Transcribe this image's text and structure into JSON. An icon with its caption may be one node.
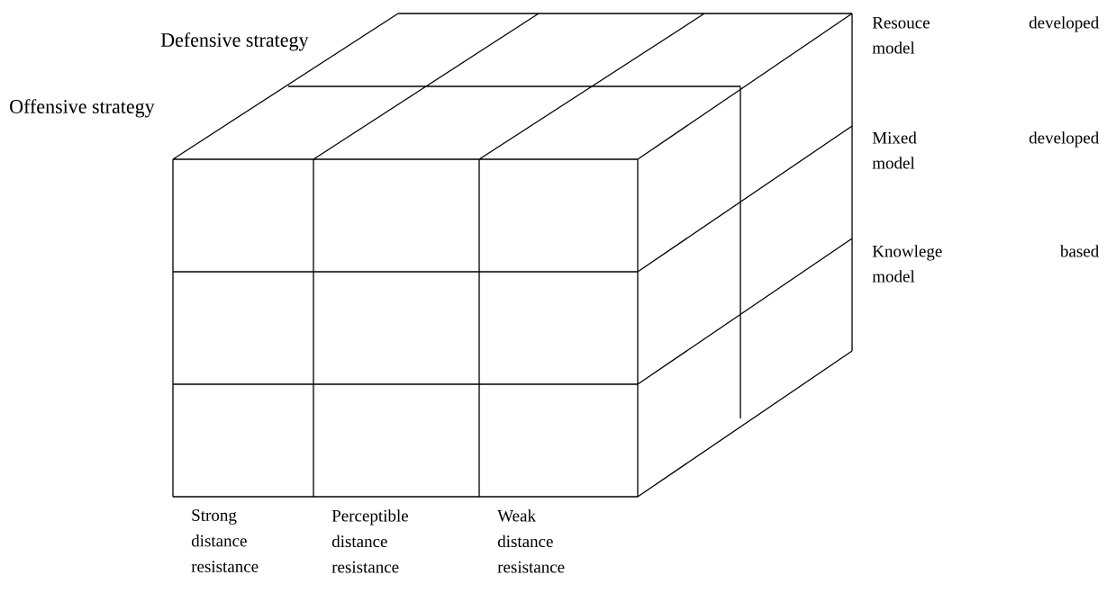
{
  "diagram": {
    "labels": [
      "Resouce developed model",
      "Defensive strategy",
      "Offensive strategy",
      "Mixed developed model",
      "Knowlege based model",
      "Strong distance resistance",
      "Perceptible distance resistance",
      "Weak distance resistance"
    ]
  }
}
